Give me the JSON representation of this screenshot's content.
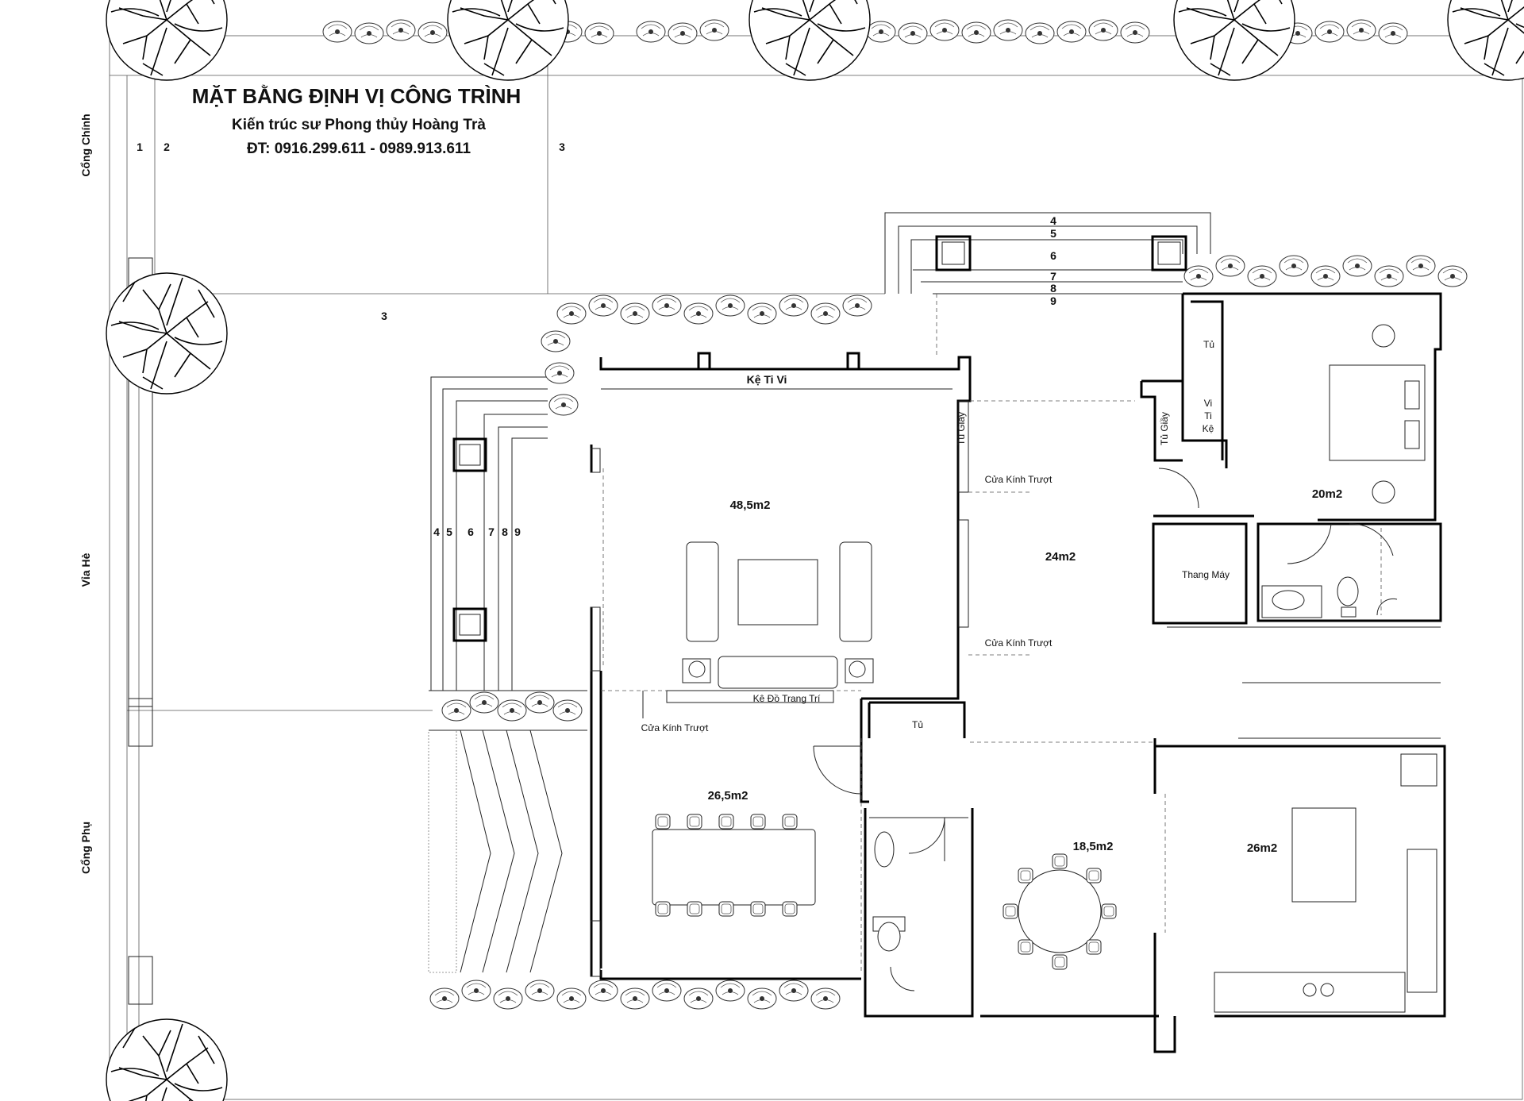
{
  "header": {
    "title": "MẶT BẰNG ĐỊNH VỊ CÔNG TRÌNH",
    "subtitle": "Kiến trúc sư Phong thủy Hoàng Trà",
    "phone": "ĐT: 0916.299.611 - 0989.913.611"
  },
  "side_labels": {
    "main_gate": "Cổng Chính",
    "sidewalk": "Vỉa Hè",
    "side_gate": "Cổng Phụ"
  },
  "grid_markers": {
    "m1": "1",
    "m2": "2",
    "m3_top": "3",
    "m3_mid": "3",
    "steps_top": [
      "4",
      "5",
      "6",
      "7",
      "8",
      "9"
    ],
    "steps_left": [
      "4",
      "5",
      "6",
      "7",
      "8",
      "9"
    ]
  },
  "areas": {
    "living": "48,5m2",
    "hall": "24m2",
    "bedroom": "20m2",
    "dining_formal": "26,5m2",
    "dining": "18,5m2",
    "kitchen": "26m2"
  },
  "labels": {
    "tv_shelf": "Kệ Ti Vi",
    "shoe_cabinet_1": "Tủ Giầy",
    "shoe_cabinet_2": "Tủ Giầy",
    "sliding_door_1": "Cửa Kính Trượt",
    "sliding_door_2": "Cửa Kính Trượt",
    "sliding_door_3": "Cửa Kính Trượt",
    "decor_shelf": "Kệ Đồ Trang Trí",
    "wardrobe_1": "Tủ",
    "wardrobe_2": "Tủ",
    "tv_cabinet": [
      "Vi",
      "Ti",
      "Kệ"
    ],
    "elevator": "Thang Máy"
  },
  "colors": {
    "ink": "#000000",
    "paper": "#ffffff"
  },
  "icons": [
    "tree-icon",
    "shrub-icon",
    "sofa-icon",
    "toilet-icon",
    "bed-icon",
    "stove-icon",
    "sink-icon",
    "lamp-icon"
  ]
}
